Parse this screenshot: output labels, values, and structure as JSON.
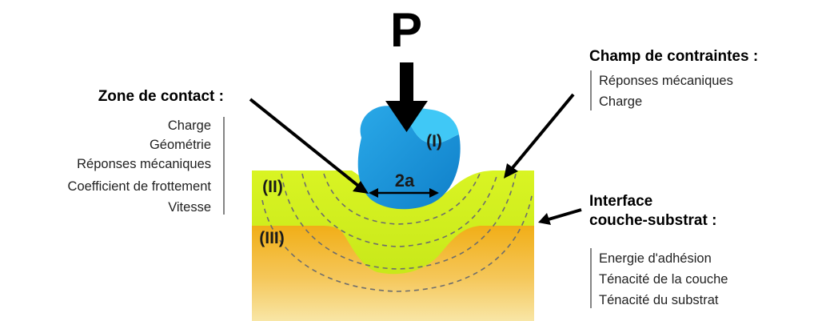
{
  "load": {
    "label": "P"
  },
  "regions": {
    "indenter": "(I)",
    "coating": "(II)",
    "substrate": "(III)",
    "contact_width": "2a"
  },
  "contact_zone": {
    "title": "Zone de contact :",
    "items": [
      "Charge",
      "Géométrie",
      "Réponses mécaniques",
      "Coefficient de frottement",
      "Vitesse"
    ]
  },
  "stress_field": {
    "title": "Champ de contraintes :",
    "items": [
      "Réponses mécaniques",
      "Charge"
    ]
  },
  "interface": {
    "title_line1": "Interface",
    "title_line2": "couche-substrat :",
    "items": [
      "Energie d'adhésion",
      "Ténacité de la couche",
      "Ténacité du substrat"
    ]
  },
  "colors": {
    "indenter_dark": "#1a8fd6",
    "indenter_light": "#3cc3f5",
    "coating": "#d7f21c",
    "substrate_top": "#f2b31b",
    "substrate_bottom": "#f7e39a",
    "dash": "#707070",
    "arrow": "#000000"
  }
}
